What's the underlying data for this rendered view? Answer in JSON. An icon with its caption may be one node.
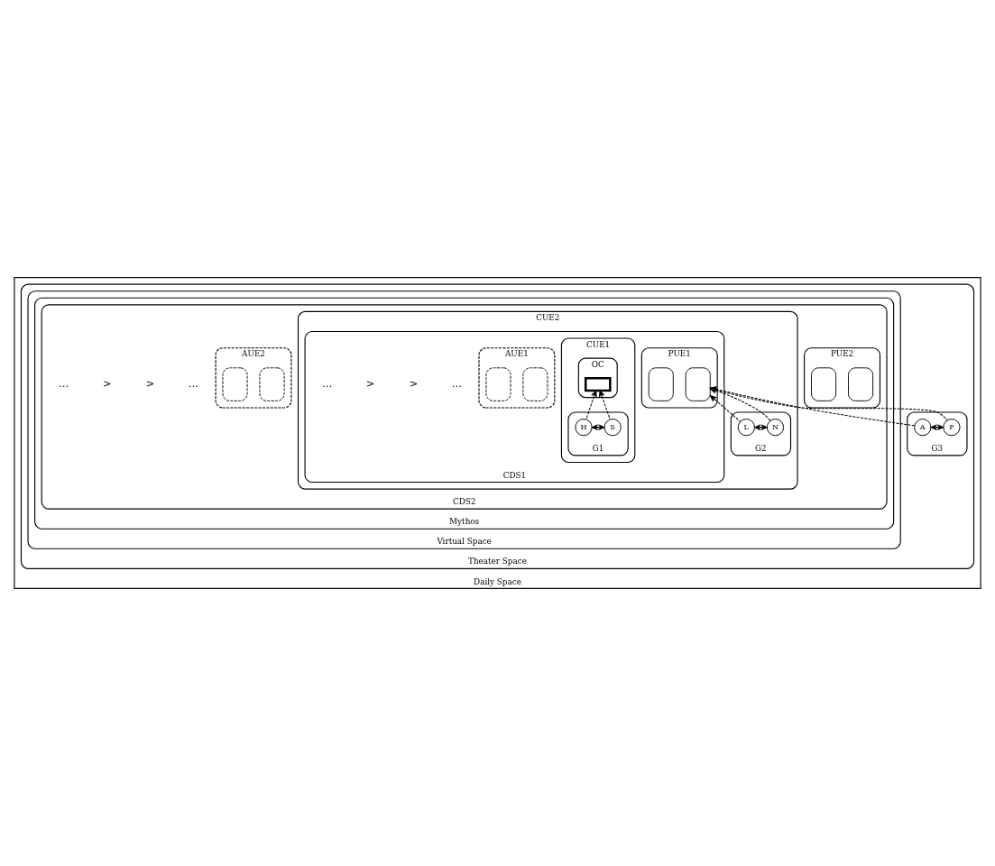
{
  "diagram": {
    "nodes": [
      {
        "text": [
          "Daily Space"
        ]
      },
      {
        "text": [
          "Theater Space"
        ],
        "in": 0
      },
      {
        "text": [
          "Virtual Space"
        ],
        "in": 1
      },
      {
        "text": [
          "Mythos"
        ],
        "in": 2
      },
      {
        "text": [
          "CDS2"
        ],
        "in": 3
      },
      {
        "text": [
          "PUE2"
        ],
        "in": 4
      },
      {
        "text": [],
        "shape": "box",
        "in": 5
      },
      {
        "text": [],
        "shape": "box",
        "in": 5
      },
      {
        "text": [
          "CUE2"
        ],
        "in": 4
      },
      {
        "text": [
          "CDS1"
        ],
        "in": 8
      },
      {
        "text": [
          "PUE1"
        ],
        "in": 9
      },
      {
        "text": [],
        "shape": "box",
        "in": 10
      },
      {
        "text": [],
        "shape": "box",
        "in": 10
      },
      {
        "text": [
          "CUE1"
        ],
        "in": 9
      },
      {
        "text": [
          "OC"
        ],
        "in": 13
      },
      {
        "text": [],
        "shape": "box",
        "in": 14
      },
      {
        "text": [
          "G1"
        ],
        "in": 13
      },
      {
        "text": [
          "S"
        ],
        "in": 16
      },
      {
        "text": [
          "H"
        ],
        "in": 16
      },
      {
        "text": [
          "AUE1"
        ],
        "in": 9
      },
      {
        "text": [],
        "shape": "box",
        "in": 19
      },
      {
        "text": [],
        "shape": "box",
        "in": 19
      },
      {
        "text": [
          "G2"
        ],
        "in": 8
      },
      {
        "text": [
          "N"
        ],
        "in": 22
      },
      {
        "text": [
          "L"
        ],
        "in": 22
      },
      {
        "text": [
          "AUE2"
        ],
        "in": 4
      },
      {
        "text": [],
        "shape": "box",
        "in": 25
      },
      {
        "text": [],
        "shape": "box",
        "in": 25
      },
      {
        "text": [
          "G3"
        ],
        "in": 1
      },
      {
        "text": [
          "P"
        ],
        "in": 28
      },
      {
        "text": [
          "A"
        ],
        "in": 28
      }
    ],
    "edges": [
      {
        "from": 17,
        "to": 15,
        "arrow": "to",
        "style": "dashed"
      },
      {
        "from": 18,
        "to": 15,
        "arrow": "to",
        "style": "dashed"
      },
      {
        "from": 17,
        "to": 18,
        "arrow": "both",
        "style": "dashed"
      },
      {
        "from": 23,
        "to": 9,
        "arrow": "to",
        "style": "dashed"
      },
      {
        "from": 24,
        "to": 9,
        "arrow": "to",
        "style": "dashed"
      },
      {
        "from": 23,
        "to": 24,
        "arrow": "both",
        "style": "dashed"
      },
      {
        "from": 29,
        "to": 8,
        "arrow": "to",
        "style": "dashed"
      },
      {
        "from": 30,
        "to": 8,
        "arrow": "to",
        "style": "dashed"
      },
      {
        "from": 29,
        "to": 30,
        "arrow": "both",
        "style": "dashed"
      }
    ],
    "labels": [
      "…",
      ">",
      "…",
      ">",
      ">",
      "…",
      ">",
      "…"
    ]
  }
}
